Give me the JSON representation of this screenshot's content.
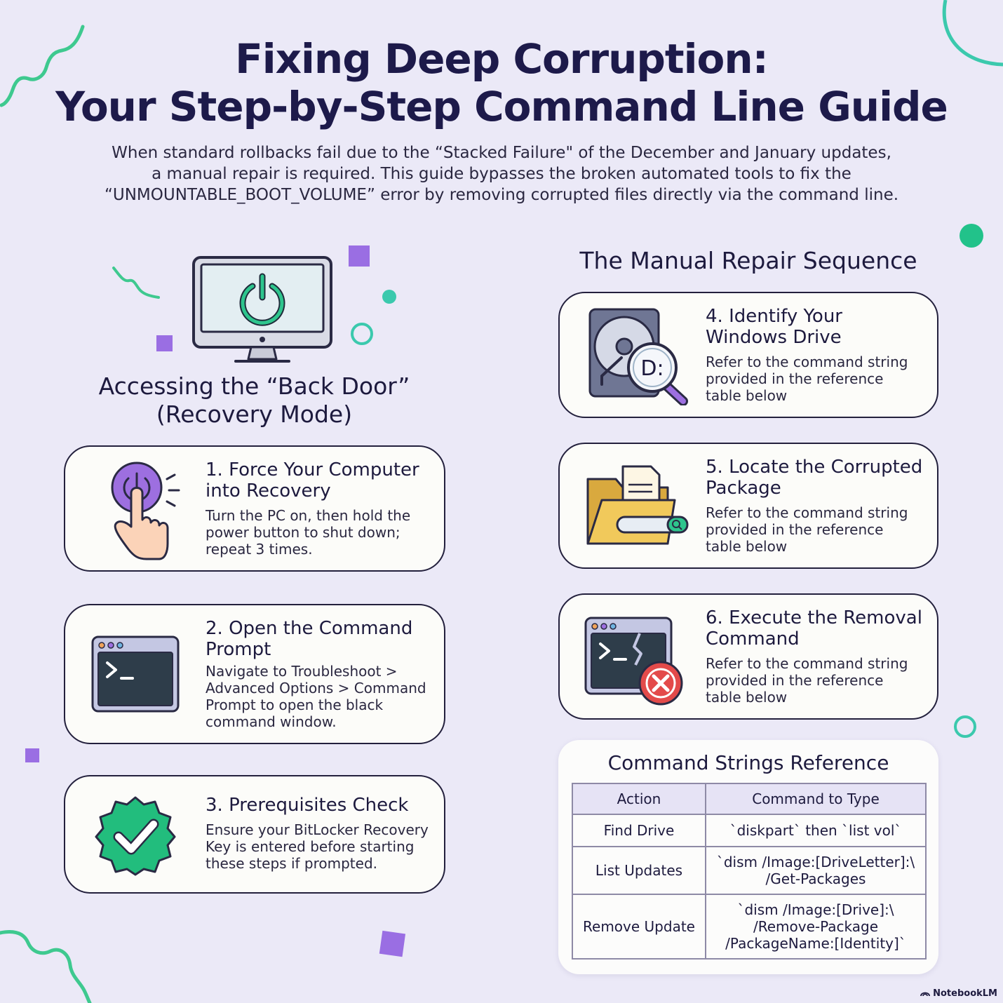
{
  "header": {
    "title_line1": "Fixing Deep Corruption:",
    "title_line2": "Your Step-by-Step Command Line Guide",
    "intro_line1": "When standard rollbacks fail due to the “Stacked Failure\" of the December and January updates,",
    "intro_line2": "a manual repair is required. This guide bypasses the broken automated tools to fix the",
    "intro_line3": "“UNMOUNTABLE_BOOT_VOLUME” error by removing corrupted files directly via the command line."
  },
  "left_section": {
    "title_line1": "Accessing the “Back Door”",
    "title_line2": "(Recovery Mode)"
  },
  "right_section": {
    "title": "The Manual Repair Sequence"
  },
  "steps": [
    {
      "title_line1": "1. Force Your Computer",
      "title_line2": "into Recovery",
      "desc_line1": "Turn the PC on, then hold the",
      "desc_line2": "power button to shut down;",
      "desc_line3": "repeat 3 times.",
      "icon": "power-button-press-icon"
    },
    {
      "title_line1": "2. Open the Command",
      "title_line2": "Prompt",
      "desc_line1": "Navigate to Troubleshoot >",
      "desc_line2": "Advanced Options > Command",
      "desc_line3": "Prompt to open the black",
      "desc_line4": "command window.",
      "icon": "terminal-window-icon"
    },
    {
      "title_line1": "3. Prerequisites Check",
      "desc_line1": "Ensure your BitLocker Recovery",
      "desc_line2": "Key is entered before starting",
      "desc_line3": "these steps if prompted.",
      "icon": "verified-check-badge-icon"
    },
    {
      "title_line1": "4. Identify Your",
      "title_line2": "Windows Drive",
      "desc_line1": "Refer to the command string",
      "desc_line2": "provided in the reference",
      "desc_line3": "table below",
      "icon": "hard-drive-search-icon",
      "icon_text": "D:"
    },
    {
      "title_line1": "5. Locate the Corrupted",
      "title_line2": "Package",
      "desc_line1": "Refer to the command string",
      "desc_line2": "provided in the reference",
      "desc_line3": "table below",
      "icon": "folder-package-search-icon"
    },
    {
      "title_line1": "6. Execute the Removal",
      "title_line2": "Command",
      "desc_line1": "Refer to the command string",
      "desc_line2": "provided in the reference",
      "desc_line3": "table below",
      "icon": "broken-terminal-error-icon"
    }
  ],
  "reference": {
    "title": "Command Strings Reference",
    "headers": [
      "Action",
      "Command to Type"
    ],
    "rows": [
      {
        "action": "Find Drive",
        "command": "`diskpart` then `list vol`"
      },
      {
        "action": "List Updates",
        "command": "`dism /Image:[DriveLetter]:\\\n/Get-Packages"
      },
      {
        "action": "Remove Update",
        "command": "`dism /Image:[Drive]:\\\n/Remove-Package\n/PackageName:[Identity]`"
      }
    ]
  },
  "branding": {
    "label": "NotebookLM",
    "icon": "notebooklm-logo-icon"
  },
  "colors": {
    "background": "#ebe9f7",
    "accent_green": "#2ec58d",
    "accent_purple": "#9d6fe0",
    "dark_text": "#1d1a3e"
  }
}
